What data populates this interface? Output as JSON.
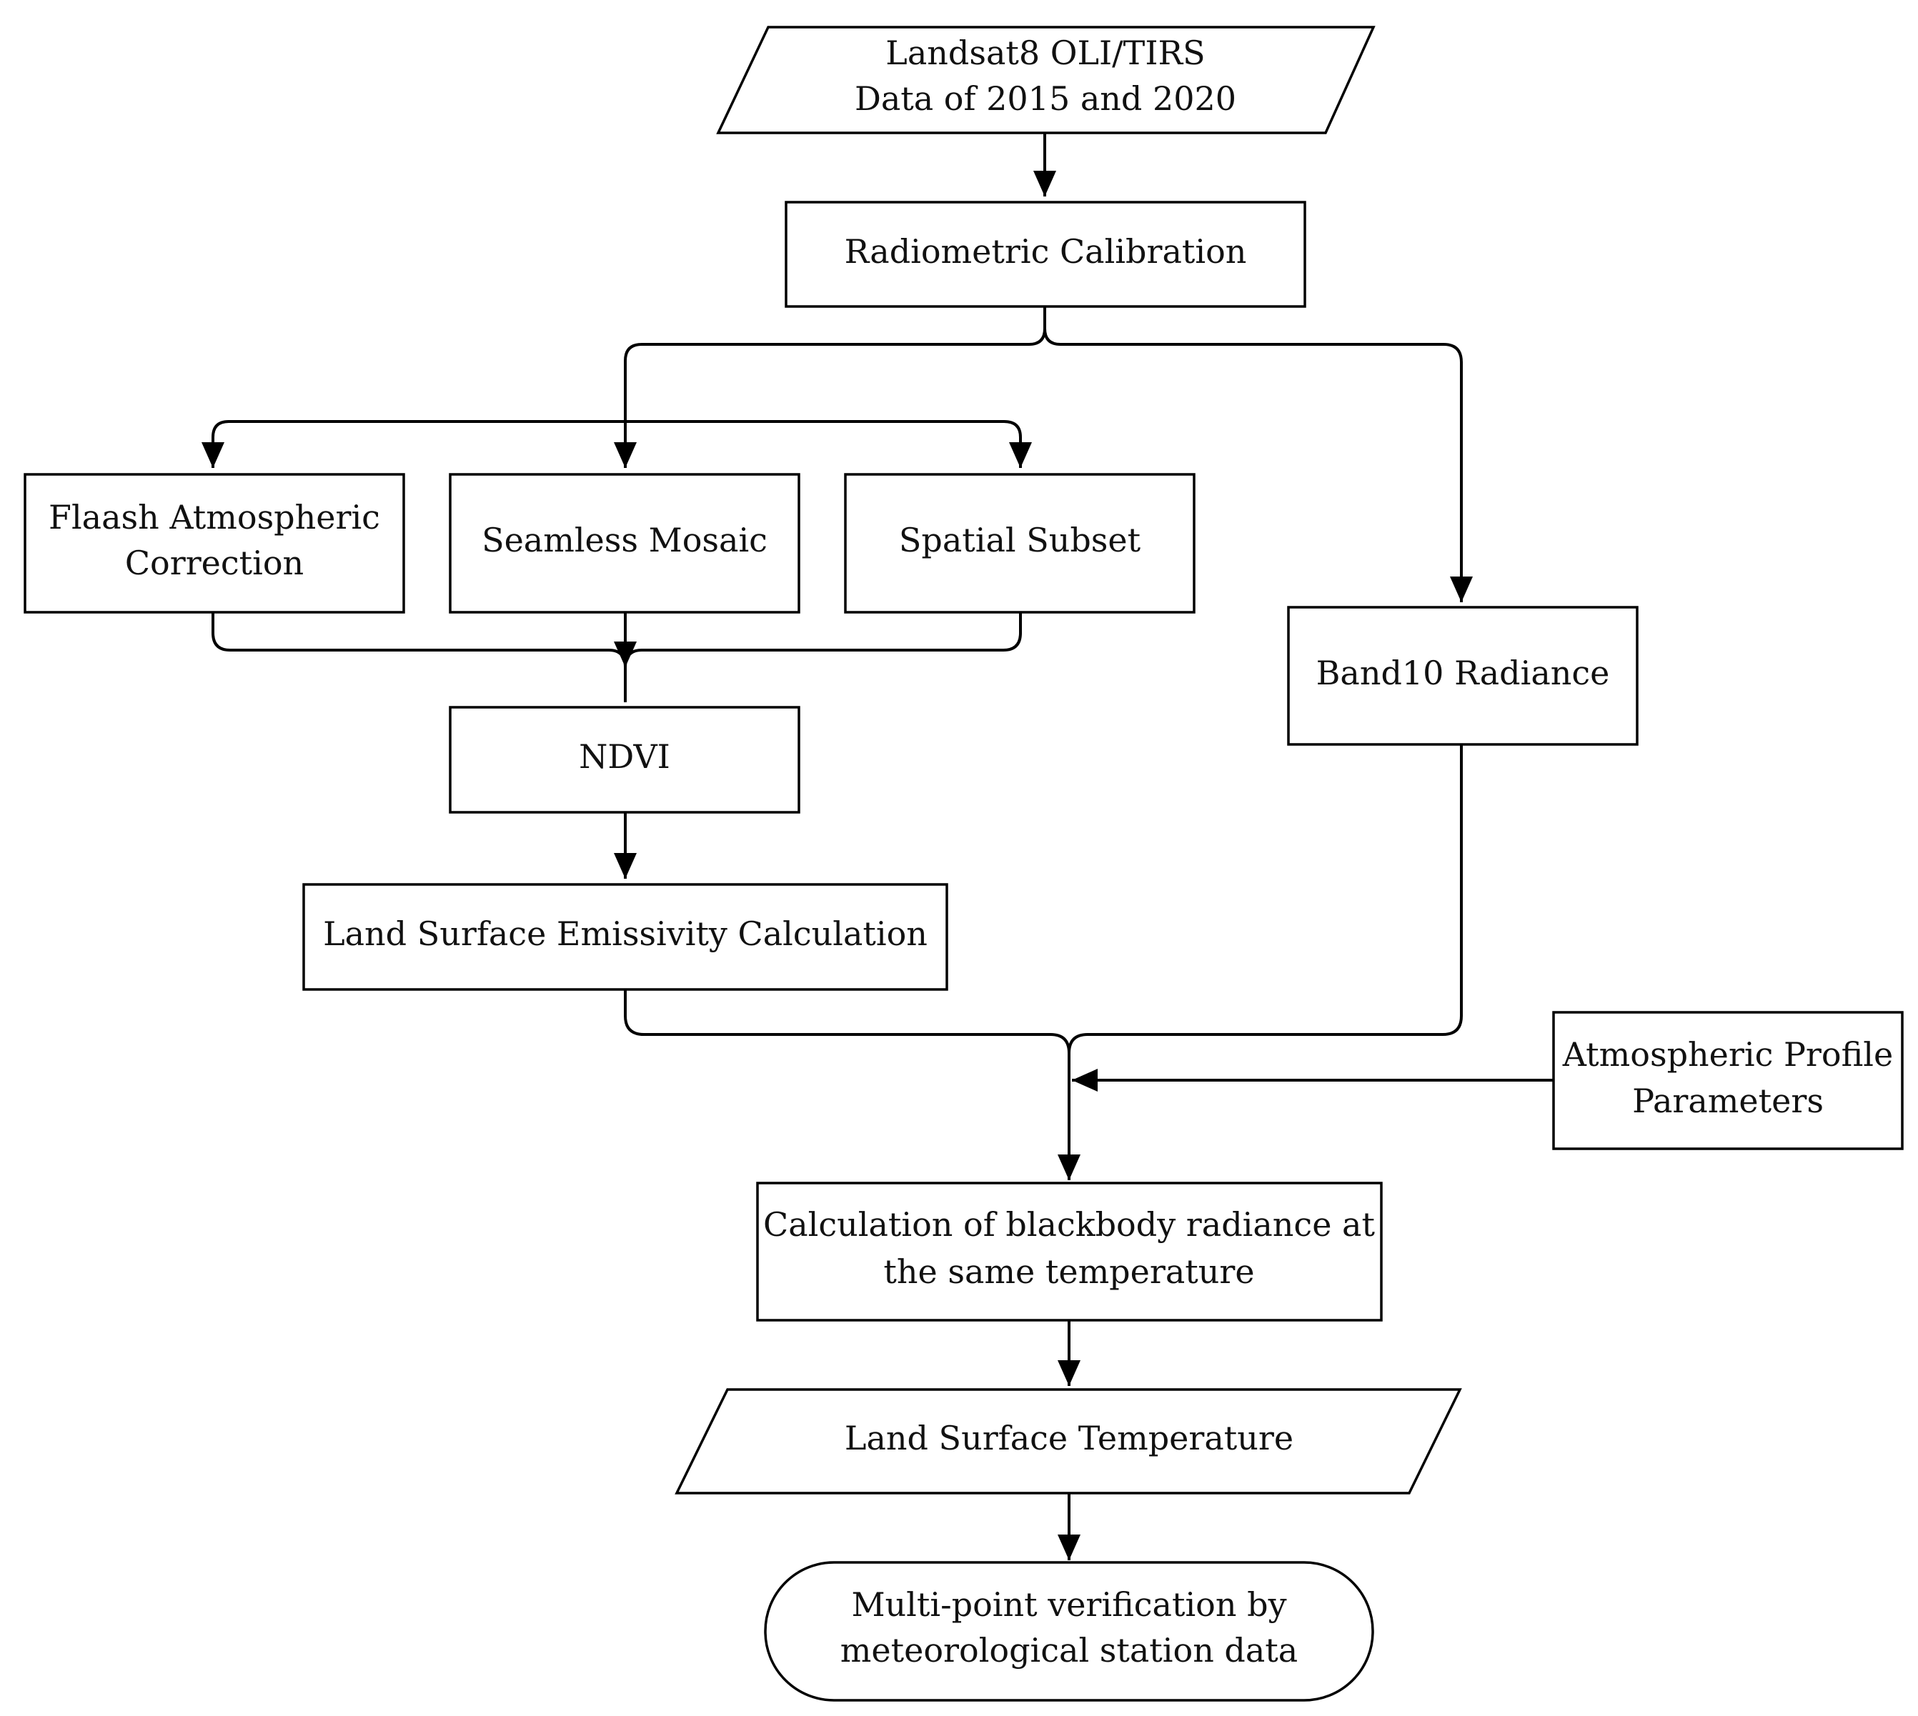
{
  "diagram": {
    "nodes": {
      "input_data": {
        "shape": "parallelogram",
        "lines": [
          "Landsat8 OLI/TIRS",
          "Data of 2015 and 2020"
        ]
      },
      "radiometric_calibration": {
        "shape": "rectangle",
        "lines": [
          "Radiometric Calibration"
        ]
      },
      "flaash_correction": {
        "shape": "rectangle",
        "lines": [
          "Flaash Atmospheric",
          "Correction"
        ]
      },
      "seamless_mosaic": {
        "shape": "rectangle",
        "lines": [
          "Seamless Mosaic"
        ]
      },
      "spatial_subset": {
        "shape": "rectangle",
        "lines": [
          "Spatial Subset"
        ]
      },
      "band10_radiance": {
        "shape": "rectangle",
        "lines": [
          "Band10 Radiance"
        ]
      },
      "ndvi": {
        "shape": "rectangle",
        "lines": [
          "NDVI"
        ]
      },
      "emissivity": {
        "shape": "rectangle",
        "lines": [
          "Land Surface Emissivity Calculation"
        ]
      },
      "atmospheric_profile": {
        "shape": "rectangle",
        "lines": [
          "Atmospheric Profile",
          "Parameters"
        ]
      },
      "blackbody_radiance": {
        "shape": "rectangle",
        "lines": [
          "Calculation of blackbody radiance at",
          "the same temperature"
        ]
      },
      "lst_output": {
        "shape": "parallelogram",
        "lines": [
          "Land Surface Temperature"
        ]
      },
      "verification": {
        "shape": "terminator",
        "lines": [
          "Multi-point verification by",
          "meteorological station data"
        ]
      }
    },
    "edges": [
      {
        "from": "input_data",
        "to": "radiometric_calibration"
      },
      {
        "from": "radiometric_calibration",
        "to": "flaash_correction"
      },
      {
        "from": "radiometric_calibration",
        "to": "seamless_mosaic"
      },
      {
        "from": "radiometric_calibration",
        "to": "spatial_subset"
      },
      {
        "from": "radiometric_calibration",
        "to": "band10_radiance"
      },
      {
        "from": "flaash_correction",
        "to": "ndvi"
      },
      {
        "from": "seamless_mosaic",
        "to": "ndvi"
      },
      {
        "from": "spatial_subset",
        "to": "ndvi"
      },
      {
        "from": "ndvi",
        "to": "emissivity"
      },
      {
        "from": "emissivity",
        "to": "blackbody_radiance"
      },
      {
        "from": "band10_radiance",
        "to": "blackbody_radiance"
      },
      {
        "from": "atmospheric_profile",
        "to": "blackbody_radiance"
      },
      {
        "from": "blackbody_radiance",
        "to": "lst_output"
      },
      {
        "from": "lst_output",
        "to": "verification"
      }
    ]
  }
}
